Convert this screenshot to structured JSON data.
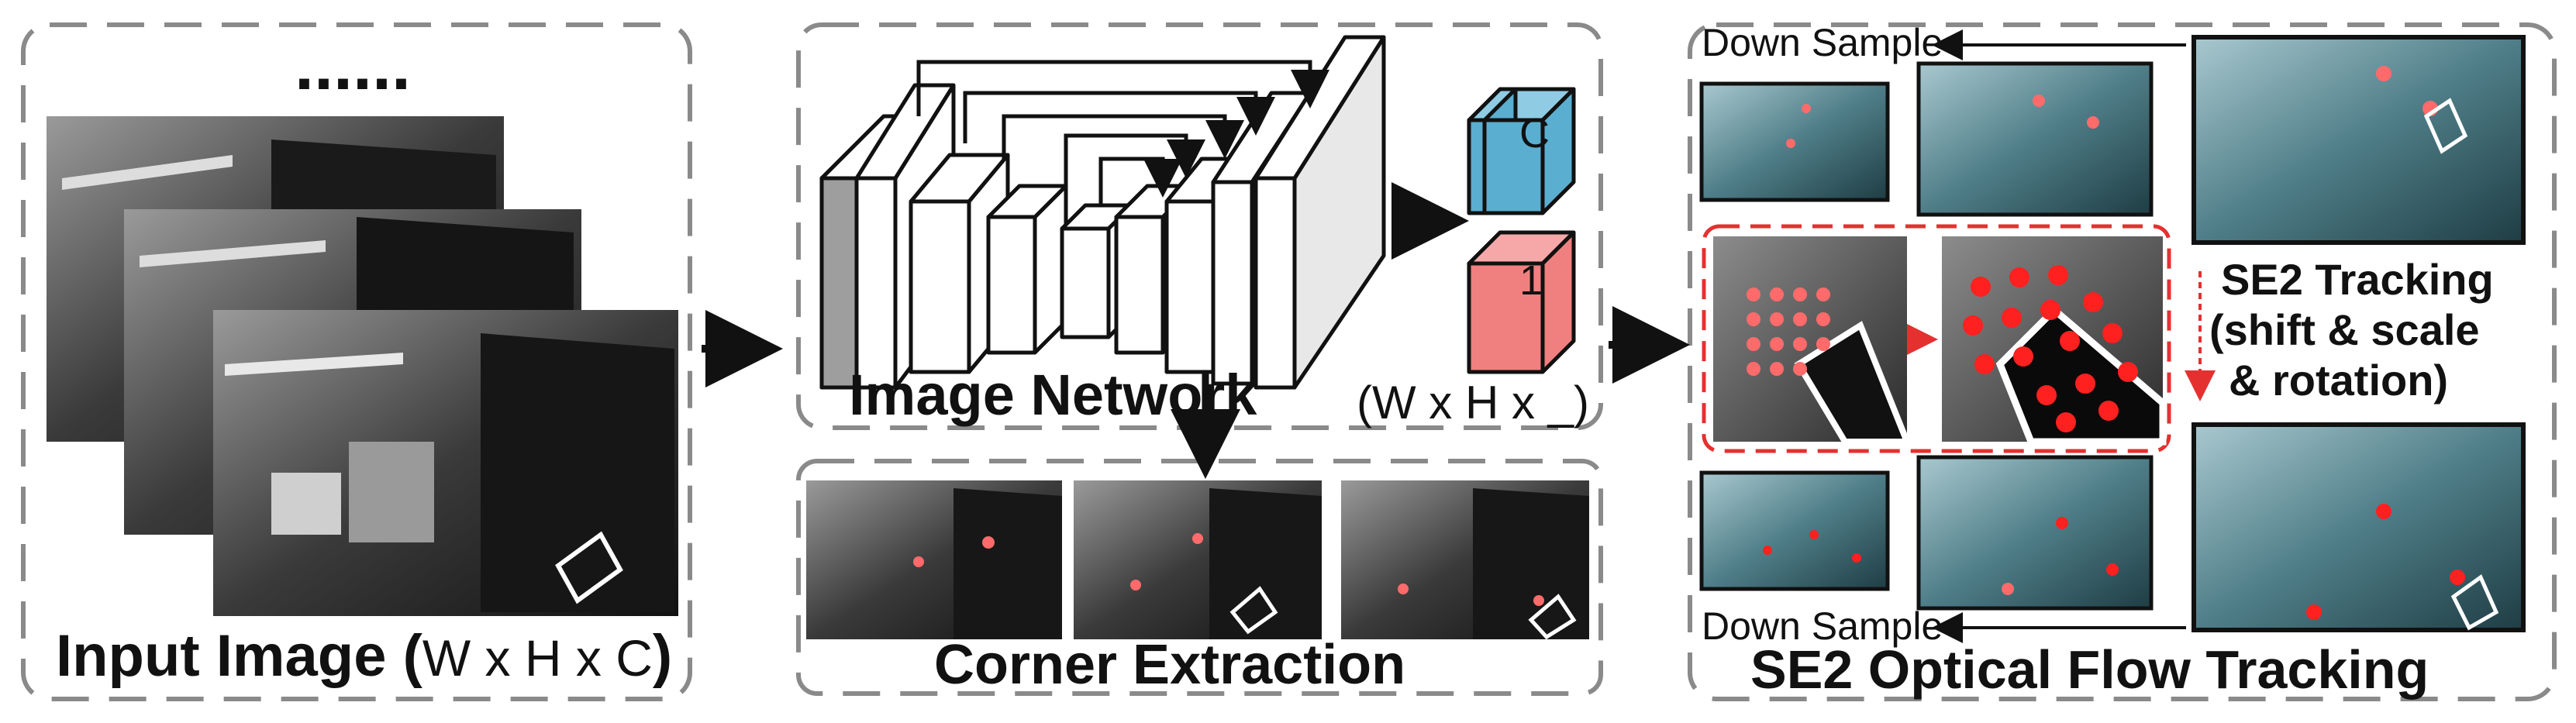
{
  "panels": {
    "input": {
      "title_bold": "Input Image (",
      "title_dims": "W x H x C",
      "title_close": ")",
      "ellipsis": "......"
    },
    "network": {
      "title": "Image Network",
      "output_dims": "(W x H x _)",
      "feature_map_1": "C",
      "feature_map_2": "1"
    },
    "corner": {
      "title": "Corner Extraction"
    },
    "tracking": {
      "title": "SE2 Optical Flow Tracking",
      "top_label": "Down Sample",
      "bottom_label": "Down Sample",
      "se2_line1": "SE2 Tracking",
      "se2_line2": "(shift & scale",
      "se2_line3": "& rotation)"
    }
  },
  "colors": {
    "dashed_border": "#8a8a8a",
    "feature_blue": "#5aaed0",
    "feature_red": "#f08080",
    "keypoint_red": "#ff2020",
    "keypoint_pink": "#ff6b6b",
    "teal_image": "#3f6a73",
    "highlight_dash": "#e53030"
  }
}
